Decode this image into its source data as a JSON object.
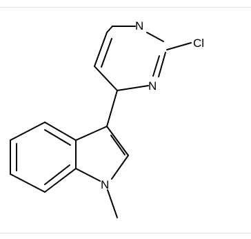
{
  "molecule": {
    "atoms": {
      "n1": "N",
      "n3": "N",
      "cl": "Cl",
      "n_indole": "N"
    }
  }
}
